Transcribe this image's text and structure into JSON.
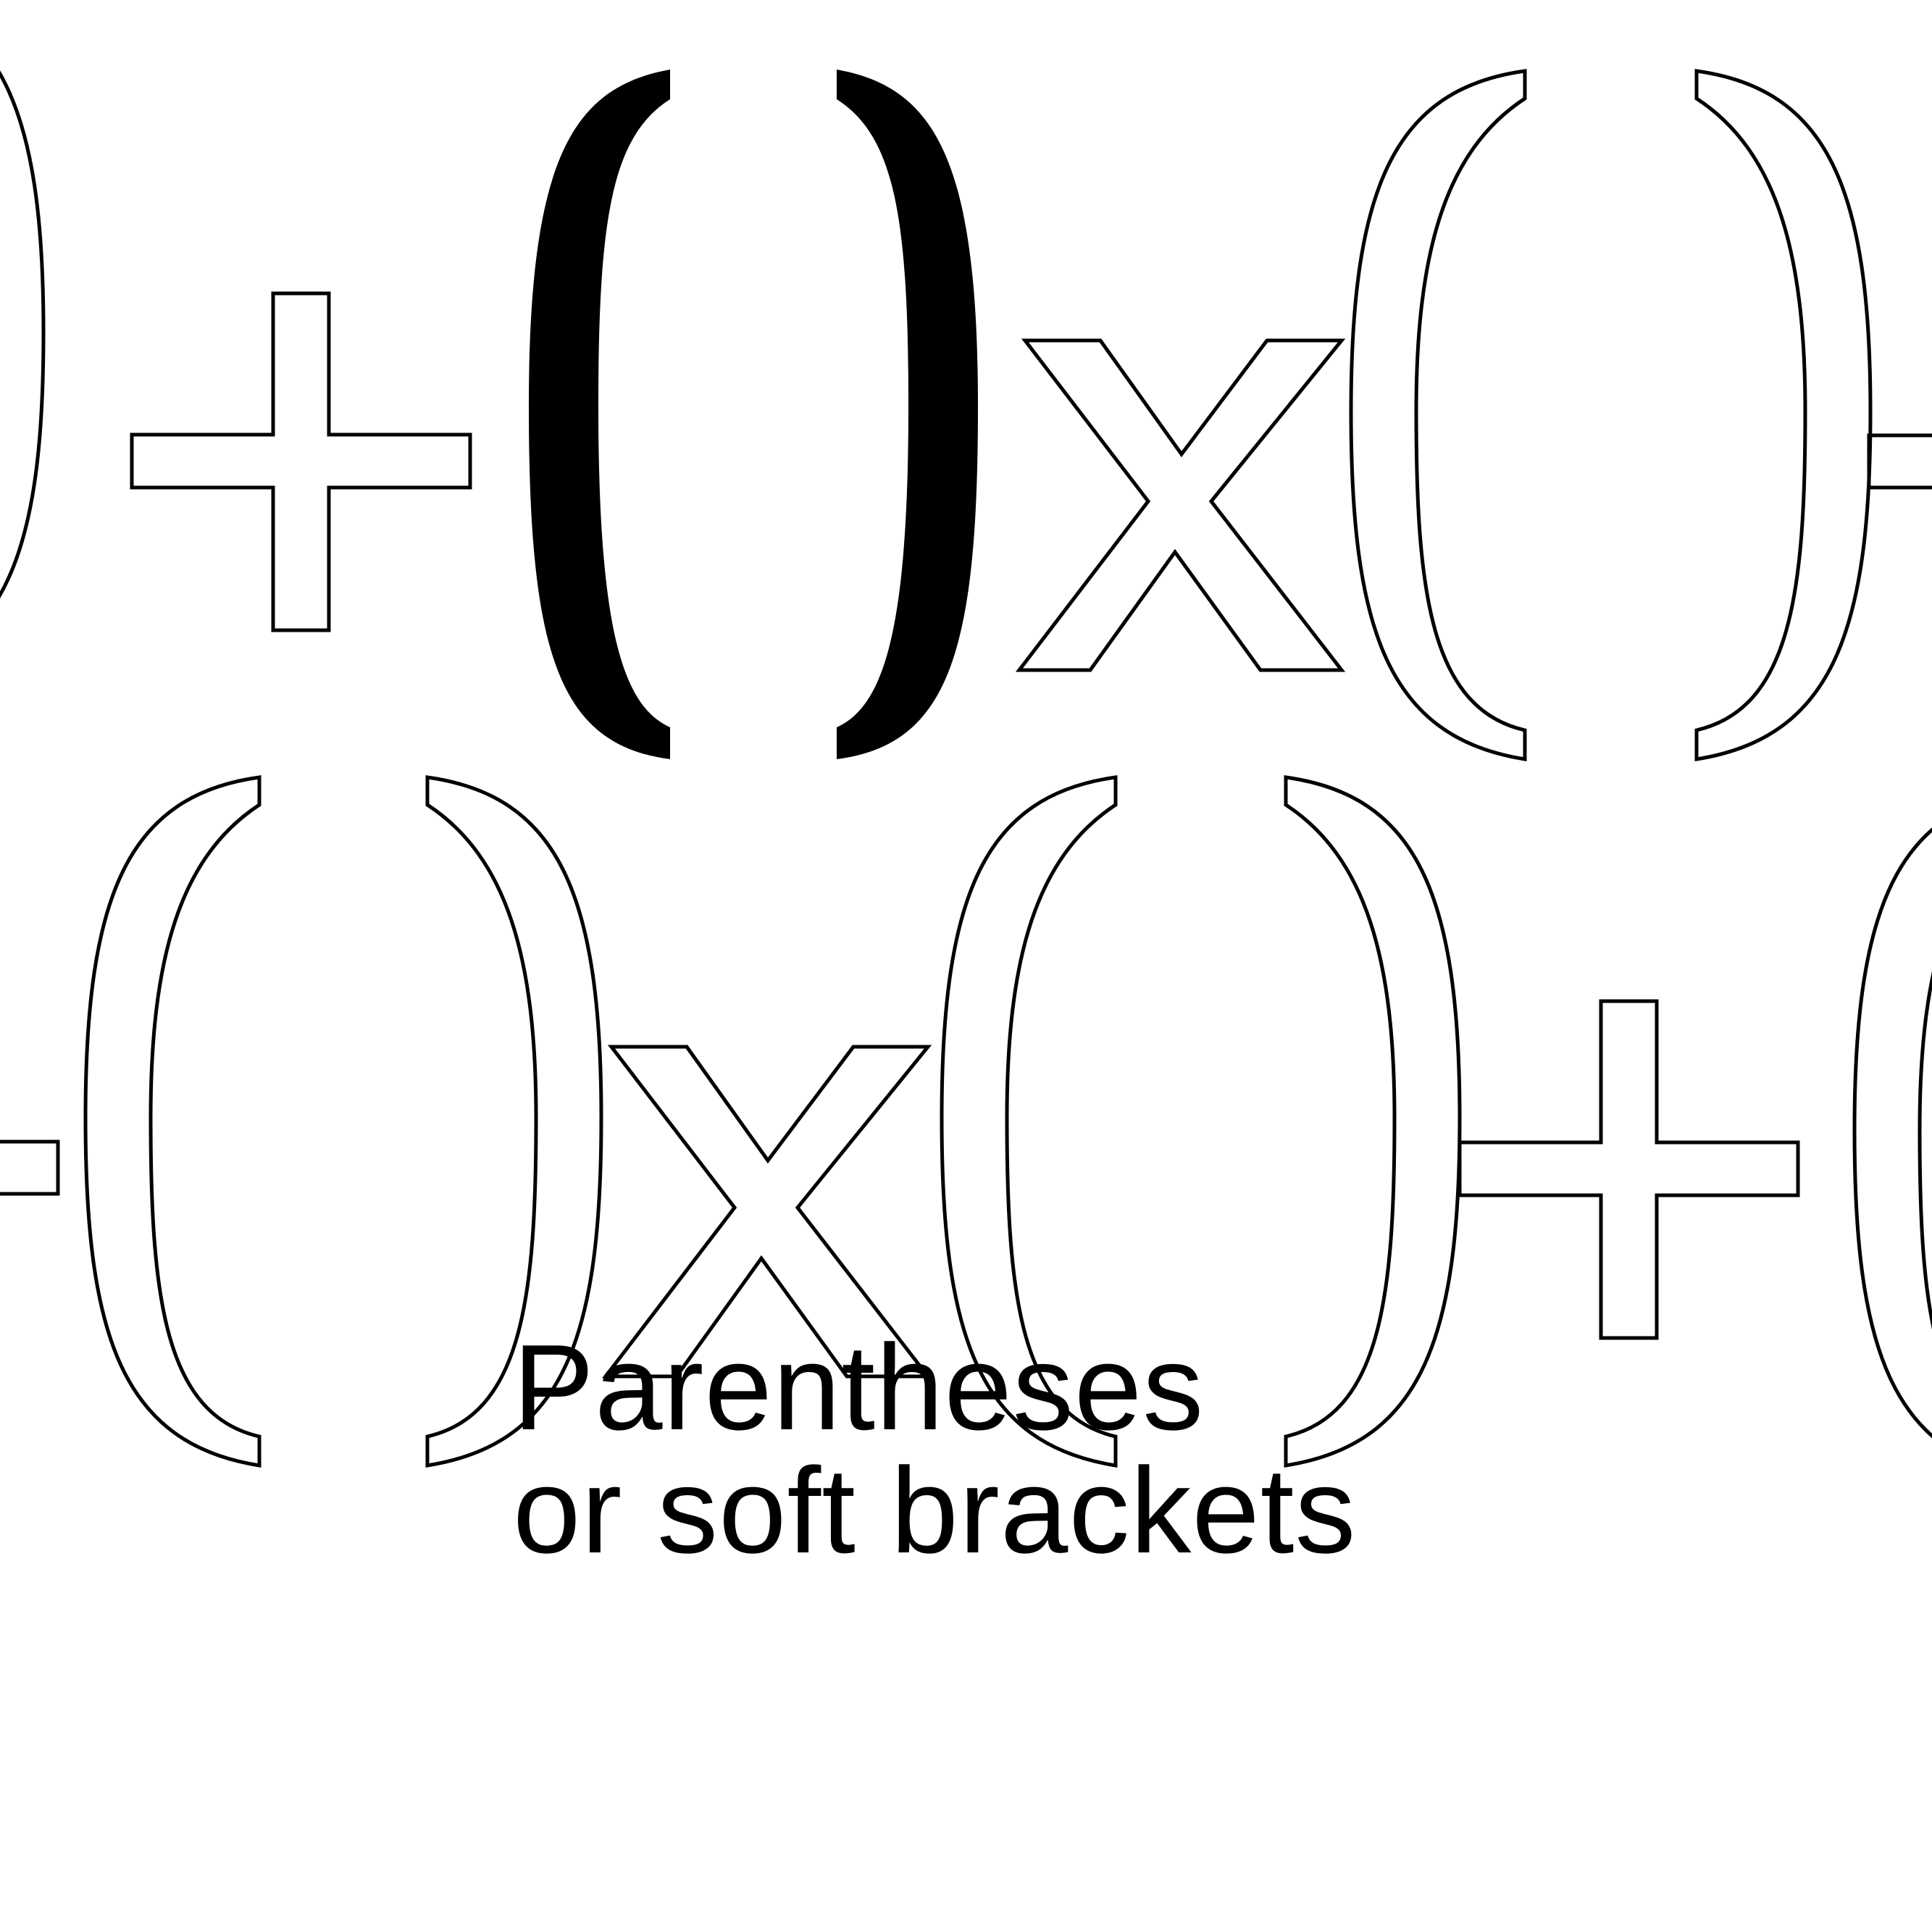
{
  "caption": {
    "line1": "Parentheses",
    "line2": "or soft brackets"
  },
  "colors": {
    "background": "#ffffff",
    "ink": "#000000"
  },
  "glyphs": {
    "row1": [
      "parenthesis-pair",
      "plus",
      "parenthesis-pair",
      "multiply",
      "parenthesis-pair",
      "minus"
    ],
    "row2": [
      "minus",
      "parenthesis-pair",
      "multiply",
      "parenthesis-pair",
      "plus",
      "parenthesis-pair"
    ],
    "highlighted": "row1-parenthesis-pair-2"
  }
}
